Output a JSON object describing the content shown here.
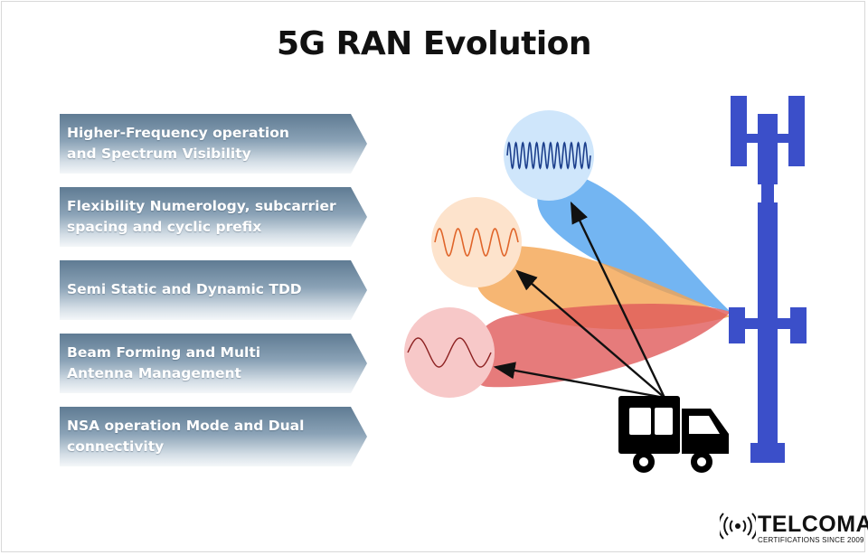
{
  "title": "5G RAN Evolution",
  "features": [
    {
      "label": "Higher-Frequency operation\nand Spectrum Visibility"
    },
    {
      "label": "Flexibility Numerology, subcarrier\nspacing and cyclic prefix"
    },
    {
      "label": "Semi Static and Dynamic TDD"
    },
    {
      "label": "Beam Forming and Multi\nAntenna Management"
    },
    {
      "label": "NSA operation Mode and Dual\nconnectivity"
    }
  ],
  "diagram": {
    "tower_icon": "cell-tower-icon",
    "vehicle_icon": "truck-icon",
    "beams": [
      {
        "name": "high-frequency",
        "color": "#5aa8f0",
        "circle": "#cfe6fb",
        "wave": "#1c3f8c"
      },
      {
        "name": "mid-frequency",
        "color": "#f4a450",
        "circle": "#fde3cc",
        "wave": "#e0652a"
      },
      {
        "name": "low-frequency",
        "color": "#e05a5a",
        "circle": "#f7c8c8",
        "wave": "#8c2020"
      }
    ],
    "tower_color": "#3b4fc9"
  },
  "brand": {
    "name": "TELCOMA",
    "tagline": "CERTIFICATIONS SINCE 2009"
  }
}
